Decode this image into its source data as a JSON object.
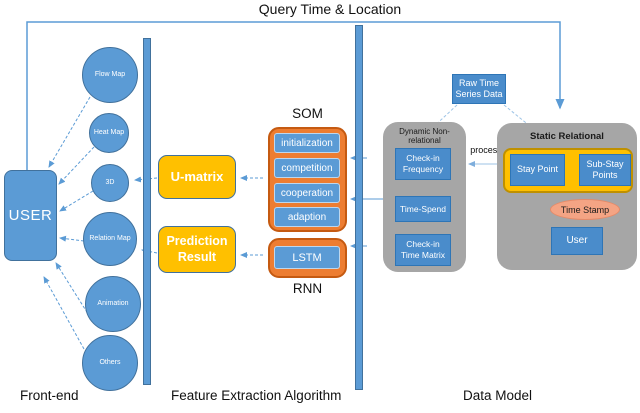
{
  "title": "Query Time & Location",
  "sections": {
    "frontend_label": "Front-end",
    "feature_label": "Feature Extraction Algorithm",
    "datamodel_label": "Data Model"
  },
  "frontend": {
    "user_label": "USER",
    "circles": [
      {
        "label": "Flow Map"
      },
      {
        "label": "Heat Map"
      },
      {
        "label": "3D"
      },
      {
        "label": "Relation Map"
      },
      {
        "label": "Animation"
      },
      {
        "label": "Others"
      }
    ],
    "umatrix_label": "U-matrix",
    "prediction_label": "Prediction Result"
  },
  "som": {
    "title": "SOM",
    "steps": [
      "initialization",
      "competition",
      "cooperation",
      "adaption"
    ],
    "lstm_label": "LSTM",
    "rnn_label": "RNN"
  },
  "datamodel": {
    "raw_label": "Raw Time Series Data",
    "process_label": "process",
    "dynamic": {
      "title": "Dynamic Non-relational",
      "items": [
        "Check-in Frequency",
        "Time-Spend",
        "Check-in Time Matrix"
      ]
    },
    "static": {
      "title": "Static Relational",
      "stay_point": "Stay Point",
      "sub_stay_points": "Sub-Stay Points",
      "time_stamp": "Time Stamp",
      "user": "User"
    }
  },
  "colors": {
    "blue": "#5B9BD5",
    "blue_border": "#41719C",
    "gold": "#FFC000",
    "orange": "#ED7D31",
    "gray": "#A6A6A6",
    "salmon": "#F4A484"
  }
}
